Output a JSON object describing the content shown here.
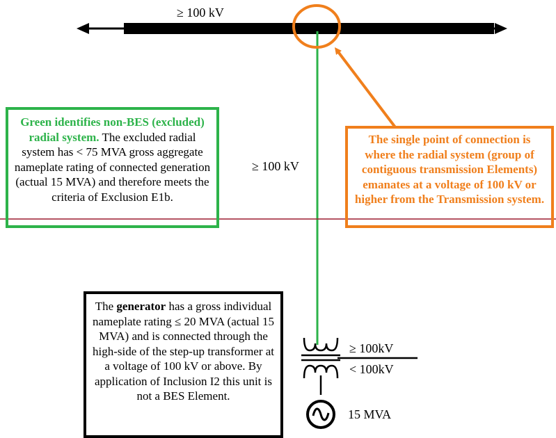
{
  "bus_label": "≥ 100 kV",
  "line_label": "≥ 100 kV",
  "transformer": {
    "high_side": "≥ 100kV",
    "low_side": "< 100kV"
  },
  "generator_rating": "15 MVA",
  "green_box": {
    "heading": "Green identifies non-BES (excluded) radial system.",
    "body": " The excluded radial system has < 75 MVA gross aggregate nameplate rating of connected generation (actual 15 MVA) and therefore meets the criteria of Exclusion E1b."
  },
  "orange_box": {
    "text": "The single point of connection is where the radial system (group of contiguous transmission Elements) emanates at a voltage of 100 kV or higher from the Transmission system."
  },
  "generator_box": {
    "prefix": "The ",
    "keyword": "generator",
    "suffix": " has a gross individual nameplate rating ≤ 20 MVA (actual 15 MVA) and is connected through the high-side of the step-up transformer at a voltage of 100 kV or above. By application of Inclusion I2 this unit is not a BES Element."
  },
  "colors": {
    "excluded_green": "#2db34a",
    "connection_orange": "#f07f1c",
    "divider_red": "#9b1b30"
  },
  "icons": [
    "bus-arrow-left-icon",
    "bus-arrow-right-icon",
    "transformer-icon",
    "generator-icon"
  ]
}
